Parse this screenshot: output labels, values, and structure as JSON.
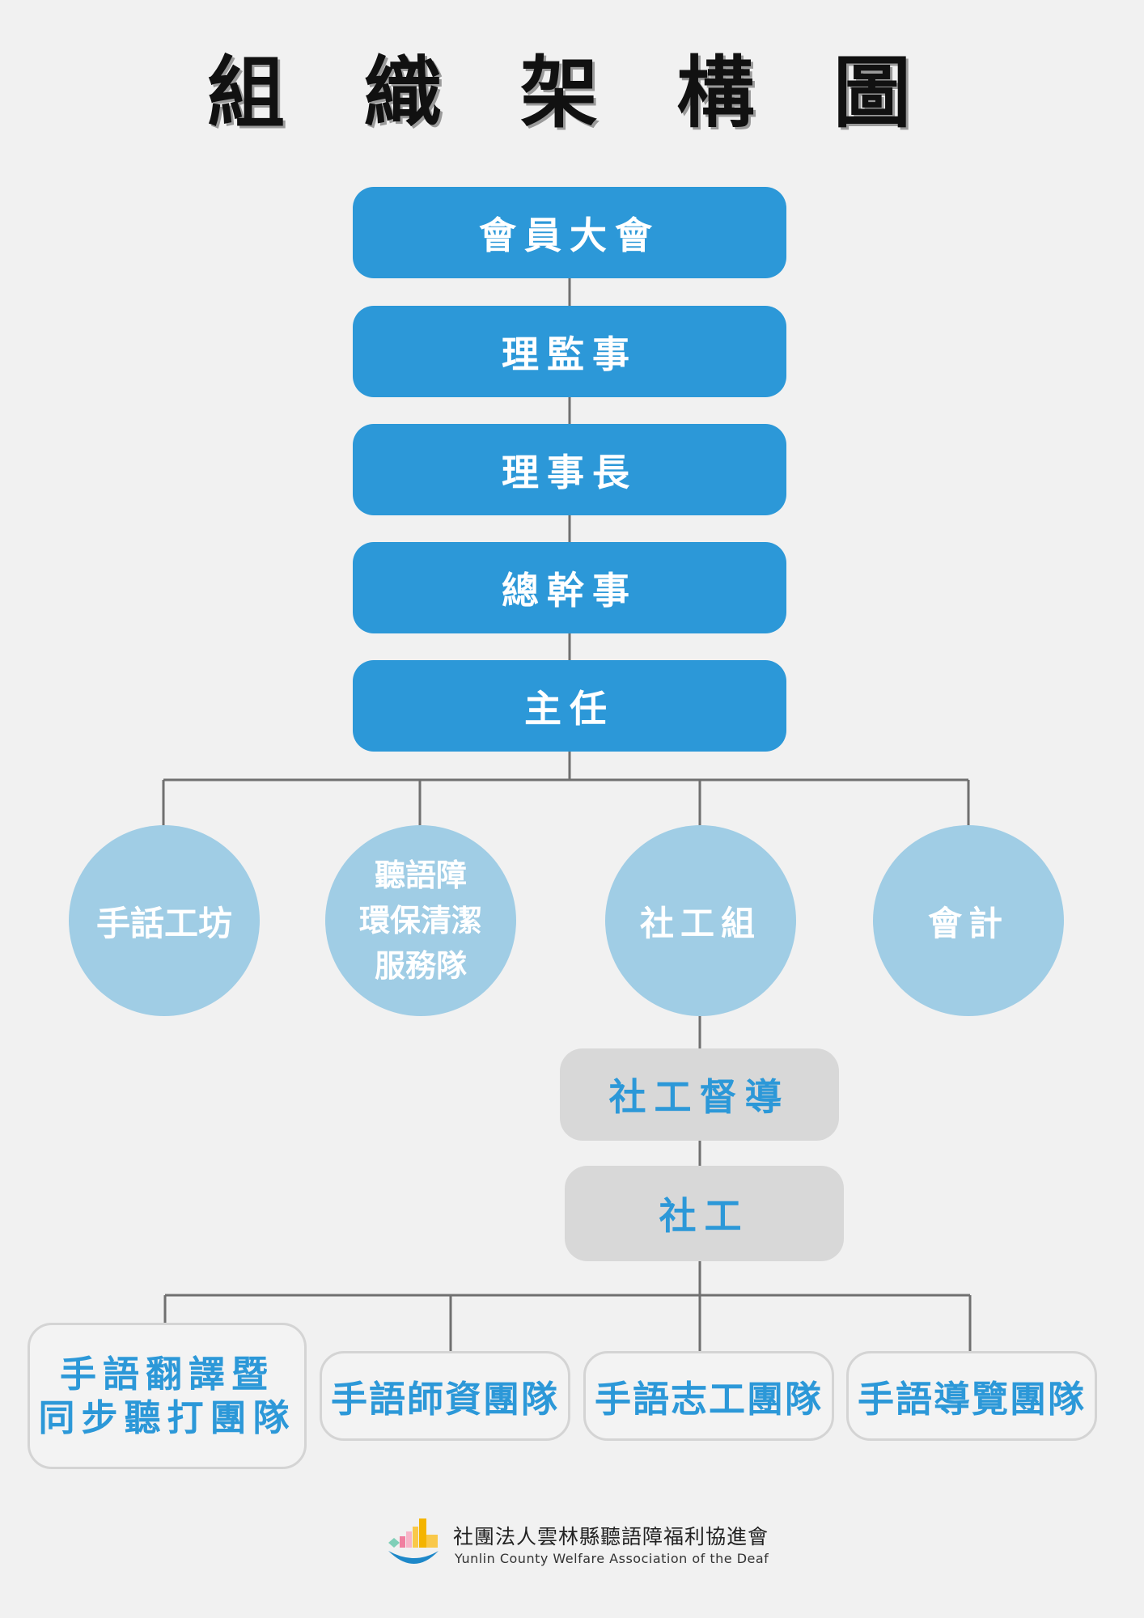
{
  "title": "組 織 架 構 圖",
  "hierarchy": [
    {
      "label": "會員大會"
    },
    {
      "label": "理監事"
    },
    {
      "label": "理事長"
    },
    {
      "label": "總幹事"
    },
    {
      "label": "主任"
    }
  ],
  "units": {
    "sign_language_workshop": "手話工坊",
    "cleaning_team": {
      "line1": "聽語障",
      "line2": "環保清潔",
      "line3": "服務隊"
    },
    "social_work_group": "社工組",
    "accounting": "會計"
  },
  "social_work": {
    "supervisor": "社工督導",
    "worker": "社工"
  },
  "teams": {
    "interpretation": {
      "line1": "手語翻譯暨",
      "line2": "同步聽打團隊"
    },
    "teachers": "手語師資團隊",
    "volunteers": "手語志工團隊",
    "guides": "手語導覽團隊"
  },
  "footer": {
    "org_name_zh": "社團法人雲林縣聽語障福利協進會",
    "org_name_en": "Yunlin County Welfare Association of the Deaf"
  },
  "colors": {
    "primary_blue": "#2c98d8",
    "light_blue": "#a0cde5",
    "gray_box": "#d8d8d8",
    "connector": "#707070"
  }
}
